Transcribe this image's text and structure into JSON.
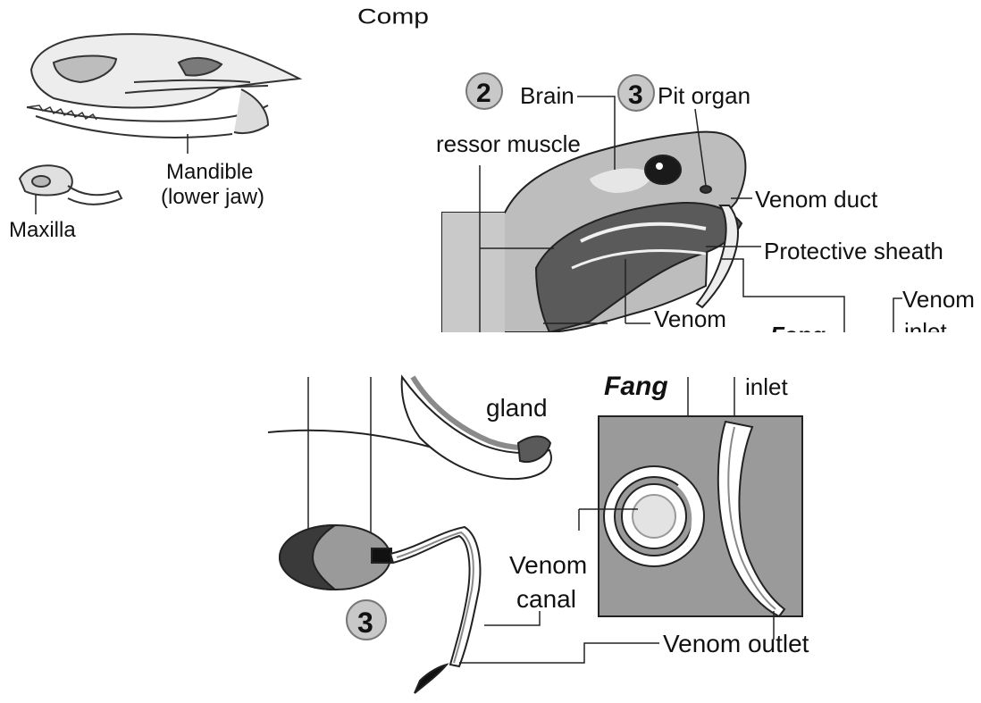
{
  "header": {
    "partial_title": "Comp"
  },
  "skull": {
    "mandible_line1": "Mandible",
    "mandible_line2": "(lower jaw)",
    "maxilla": "Maxilla"
  },
  "head": {
    "badge_brain": "2",
    "brain": "Brain",
    "badge_pit": "3",
    "pit_organ": "Pit organ",
    "compressor_muscle": "ressor muscle",
    "venom_duct": "Venom duct",
    "protective_sheath": "Protective sheath",
    "venom_gland_top": "Venom",
    "venom_gland_bottom": "gland",
    "fang_title_top": "Fang",
    "fang_title_bottom": "Fang",
    "venom_inlet_top1": "Venom",
    "venom_inlet_top2": "inlet",
    "venom_inlet_bottom": "inlet"
  },
  "fang_detail": {
    "badge": "3",
    "venom_canal_line1": "Venom",
    "venom_canal_line2": "canal",
    "venom_outlet": "Venom outlet"
  },
  "colors": {
    "dark_fill": "#3a3a3a",
    "mid_fill": "#8e8e8e",
    "light_fill": "#c8c8c8",
    "panel_fill": "#9a9a9a",
    "line": "#222222"
  }
}
